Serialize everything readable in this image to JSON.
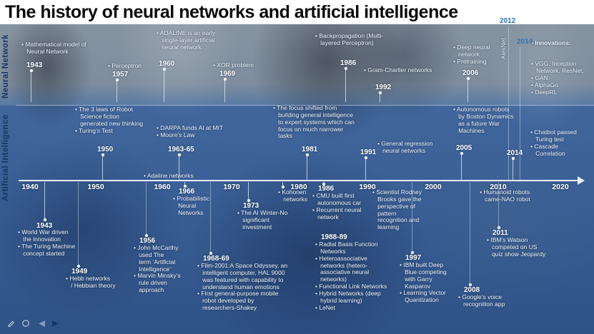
{
  "title": "The history of neural networks and artificial intelligence",
  "side_labels": {
    "neural_network": "Neural Network",
    "artificial_intelligence": "Artificial Intelligence"
  },
  "axis": {
    "decades": [
      "1940",
      "1950",
      "1960",
      "1970",
      "1980",
      "1990",
      "2000",
      "2010",
      "2020"
    ]
  },
  "neural_network_events": {
    "e1943": {
      "year": "1943",
      "lines": [
        "• Mathematical model of",
        "   Neural Network"
      ]
    },
    "e1957": {
      "year": "1957",
      "lines": [
        "• Perceptron"
      ]
    },
    "e1960": {
      "year": "1960",
      "lines": [
        "• ADALINE is an early",
        "   single-layer artificial",
        "   neural network"
      ]
    },
    "e1969": {
      "year": "1969",
      "lines": [
        "• XOR problem"
      ]
    },
    "e1986": {
      "year": "1986",
      "lines": [
        "• Backpropagation (Multi-",
        "   layered Perceptron)"
      ]
    },
    "e1992": {
      "year": "1992",
      "lines": [
        "• Gram-Charlier networks"
      ]
    },
    "e2006": {
      "year": "2006",
      "lines": [
        "• Deep neural",
        "   network",
        "• Pretraining"
      ]
    },
    "e2012": {
      "year": "2012",
      "label": "AlexNet"
    },
    "e2014": {
      "year": "2014",
      "header": "• Innovations:",
      "lines": [
        "• VGG, Inception",
        "   Network, ResNet,",
        "• GAN",
        "• AlphaGo",
        "• DeepRL"
      ]
    }
  },
  "ai_events_upper": {
    "e1950": {
      "year": "1950",
      "lines": [
        "• The 3 laws of Robot",
        "   Science fiction",
        "   generated new thinking",
        "• Turing’s Test"
      ]
    },
    "e1963": {
      "year": "1963-65",
      "lines": [
        "• DARPA funds AI at MIT",
        "• Moore’s Law"
      ]
    },
    "e1981": {
      "year": "1981",
      "lines": [
        "• The focus shifted from",
        "   building general intelligence",
        "   to expert systems which can",
        "   focus on much narrower",
        "   tasks"
      ]
    },
    "e1991": {
      "year": "1991",
      "lines": [
        "• General regression",
        "   neural networks"
      ]
    },
    "e2005": {
      "year": "2005",
      "lines": [
        "• Autonomous robots",
        "   by Boston Dynamics",
        "   as a future War",
        "   Machines"
      ]
    },
    "e2014": {
      "year": "2014",
      "lines": [
        "• Chatbot passed",
        "   Turing test",
        "• Cascade",
        "   Correlation"
      ]
    }
  },
  "ai_events_lower": {
    "e1943": {
      "year": "1943",
      "lines": [
        "• World War driven",
        "   the innovation",
        "• The Turing Machine",
        "   concept started"
      ]
    },
    "e1949": {
      "year": "1949",
      "lines": [
        "• Hebb networks",
        "   / Hebbian theory"
      ]
    },
    "adaline": {
      "lines": [
        "• Adaline networks"
      ]
    },
    "e1956": {
      "year": "1956",
      "lines": [
        "• John McCarthy",
        "   used The",
        "   term ‘Artificial",
        "   Intelligence’",
        "• Marvin Minsky’s",
        "   rule driven",
        "   approach"
      ]
    },
    "e1966": {
      "year": "1966",
      "lines": [
        "• Probabilistic",
        "   Neural",
        "   Networks"
      ]
    },
    "e1968": {
      "year": "1968-69",
      "lines": [
        "• Film-2001:A Space Odyssey, an",
        "   intelligent computer, HAL 9000",
        "   was featured with capability to",
        "   understand human emotions",
        "• First general-purpose mobile",
        "   robot developed by",
        "   researchers-Shakey"
      ]
    },
    "e1973": {
      "year": "1973",
      "lines": [
        "• The AI Winter-No",
        "   significant",
        "   investment"
      ]
    },
    "kohonen": {
      "lines": [
        "• Kohonen",
        "   networks"
      ]
    },
    "e1986": {
      "year": "1986",
      "lines": [
        "• CMU built first",
        "   autonomous car",
        "• Recurrent neural",
        "   network"
      ]
    },
    "e1988": {
      "year": "1988-89",
      "lines": [
        "• Radial Basis Function",
        "   Networks",
        "• Heteroassociative",
        "   networks (hetero-",
        "   associative neural",
        "   networks)",
        "• Functional Link Networks",
        "• Hybrid Networks (deep",
        "   hybrid learning)",
        "• LeNet"
      ]
    },
    "rodney": {
      "lines": [
        "• Scientist Rodney",
        "   Brooks gave the",
        "   perspective of",
        "   pattern",
        "   recognition and",
        "   learning"
      ]
    },
    "e1997": {
      "year": "1997",
      "lines": [
        "• IBM built Deep",
        "   Blue competing",
        "   with Garry",
        "   Kasparov",
        "• Learning Vector",
        "   Quantization"
      ]
    },
    "e2008": {
      "year": "2008",
      "lines": [
        "• Google’s voice",
        "   recognition app"
      ]
    },
    "humanoid": {
      "lines": [
        "• Humanoid robots",
        "   came-NAO robot"
      ]
    },
    "e2011": {
      "year": "2011",
      "lines": [
        "• IBM’s Watson",
        "   competed on US",
        "   quiz show Jeopardy"
      ]
    }
  },
  "colors": {
    "year_blue": "#2e74b5",
    "event_text": "#f2f7fc",
    "side_label_navy": "#17365d",
    "axis_white": "#e9eff6"
  },
  "toolbar": {
    "icons": [
      "pen-icon",
      "laser-pointer-icon",
      "previous-slide-icon",
      "next-slide-icon"
    ]
  }
}
